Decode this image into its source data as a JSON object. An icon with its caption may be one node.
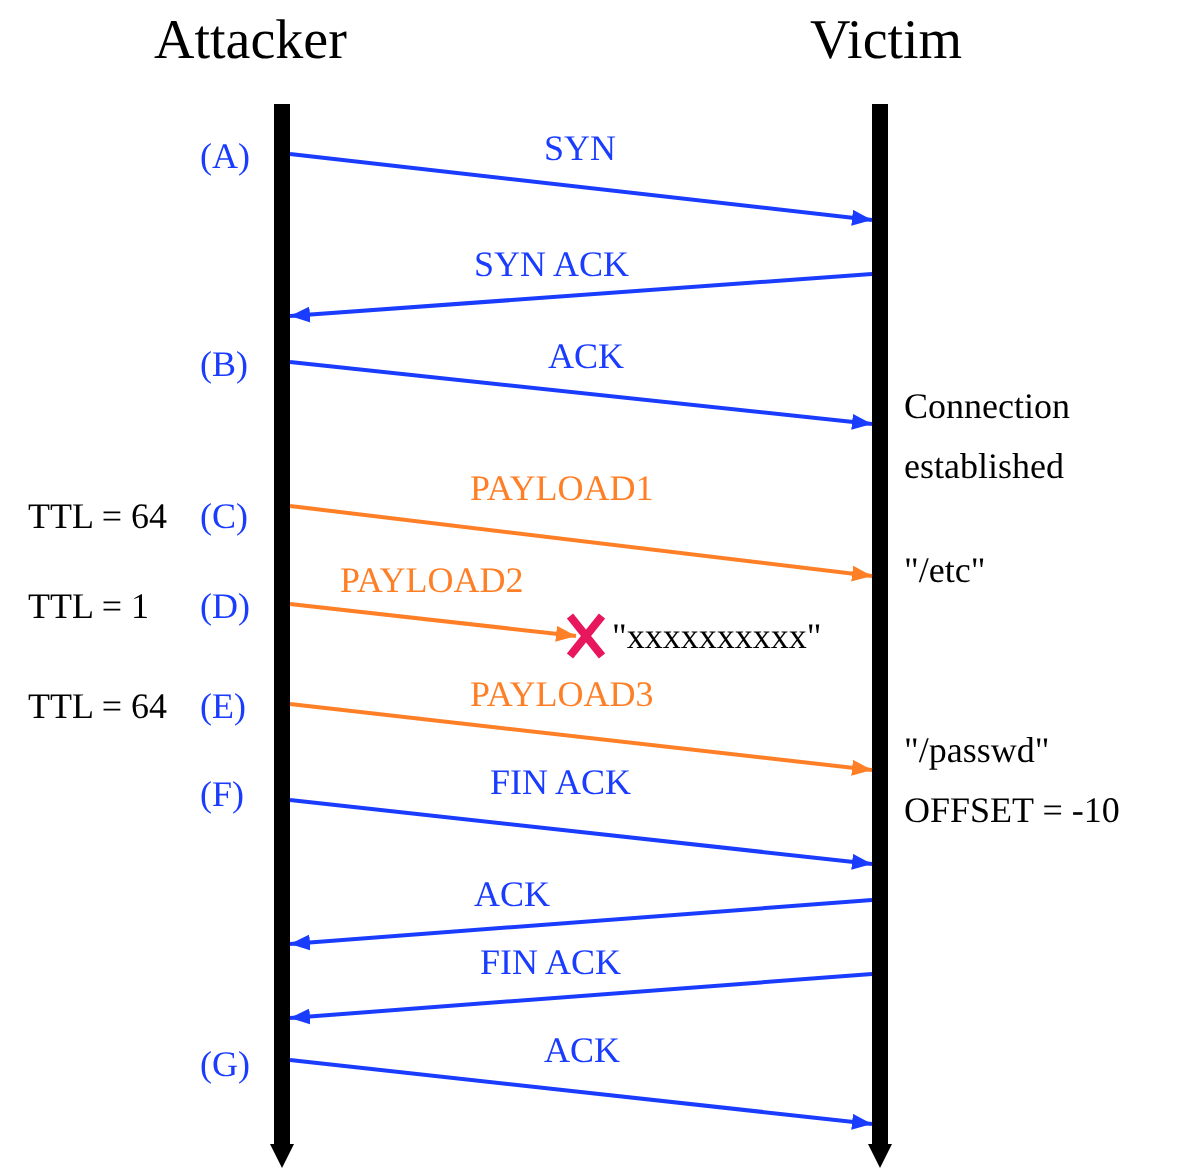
{
  "diagram": {
    "nodes": [
      {
        "text": [
          "Attacker"
        ]
      },
      {
        "text": [
          "Victim"
        ]
      }
    ],
    "edges": [
      {
        "from": 0,
        "to": 1,
        "arrow": "to",
        "label": "SYN"
      },
      {
        "from": 1,
        "to": 0,
        "arrow": "to",
        "label": "SYN ACK"
      },
      {
        "from": 0,
        "to": 1,
        "arrow": "to",
        "label": "ACK"
      },
      {
        "from": 0,
        "to": 1,
        "arrow": "to",
        "label": "PAYLOAD1",
        "color": "#ff7f27"
      },
      {
        "from": 0,
        "to": null,
        "arrow": "to",
        "label": "PAYLOAD2",
        "color": "#ff7f27"
      },
      {
        "from": 0,
        "to": 1,
        "arrow": "to",
        "label": "PAYLOAD3",
        "color": "#ff7f27"
      },
      {
        "from": 0,
        "to": 1,
        "arrow": "to",
        "label": "FIN ACK"
      },
      {
        "from": 1,
        "to": 0,
        "arrow": "to",
        "label": "ACK"
      },
      {
        "from": 1,
        "to": 0,
        "arrow": "to",
        "label": "FIN ACK"
      },
      {
        "from": 0,
        "to": 1,
        "arrow": "to",
        "label": "ACK"
      }
    ],
    "labels": [
      "(A)",
      "(B)",
      "Connection established",
      "TTL = 64",
      "(C)",
      "\"/etc\"",
      "TTL = 1",
      "(D)",
      "\"xxxxxxxxxx\"",
      "TTL = 64",
      "(E)",
      "\"/passwd\"",
      "OFFSET = -10",
      "(F)",
      "(G)"
    ]
  }
}
